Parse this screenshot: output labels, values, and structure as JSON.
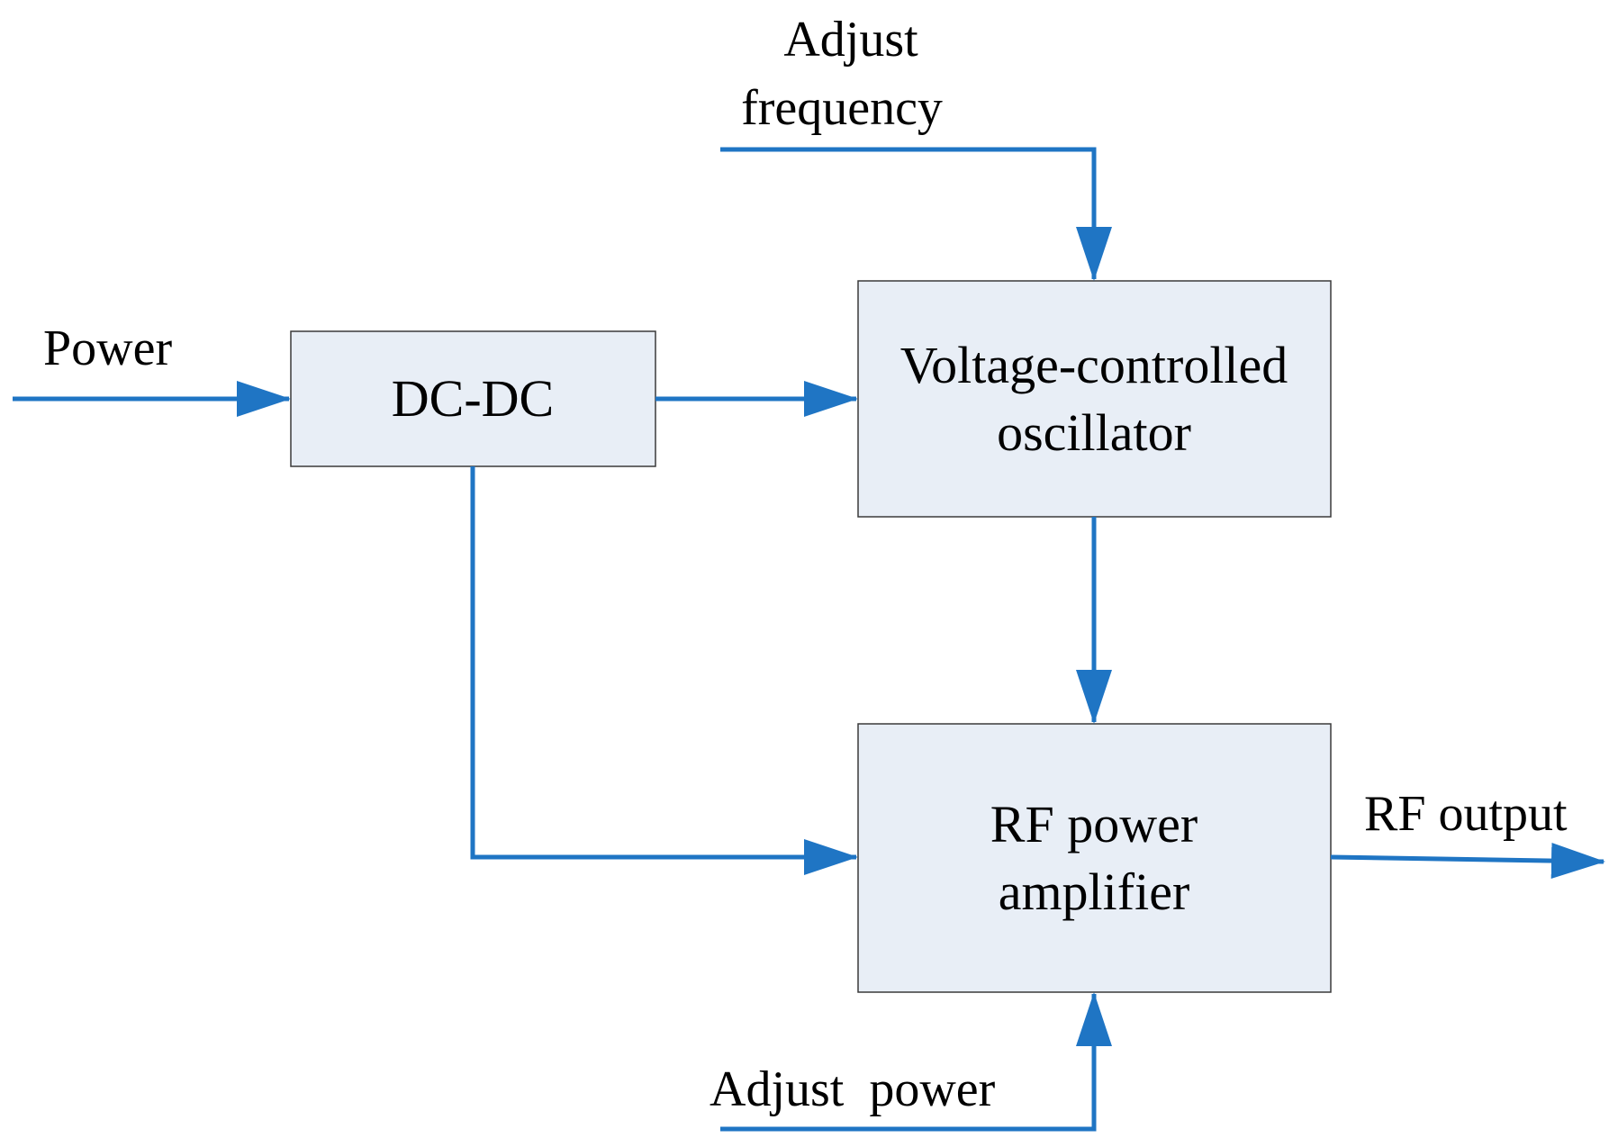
{
  "colors": {
    "line": "#1f75c4",
    "block_fill": "#e8eef6",
    "block_border": "#3a3a3a",
    "text": "#000000"
  },
  "blocks": {
    "dcdc": "DC-DC",
    "vco": [
      "Voltage-controlled",
      "oscillator"
    ],
    "amp": [
      "RF power",
      "amplifier"
    ]
  },
  "signals": {
    "power": "Power",
    "adjust_frequency": [
      "Adjust",
      "frequency"
    ],
    "adjust_power": "Adjust  power",
    "rf_output": "RF output"
  }
}
